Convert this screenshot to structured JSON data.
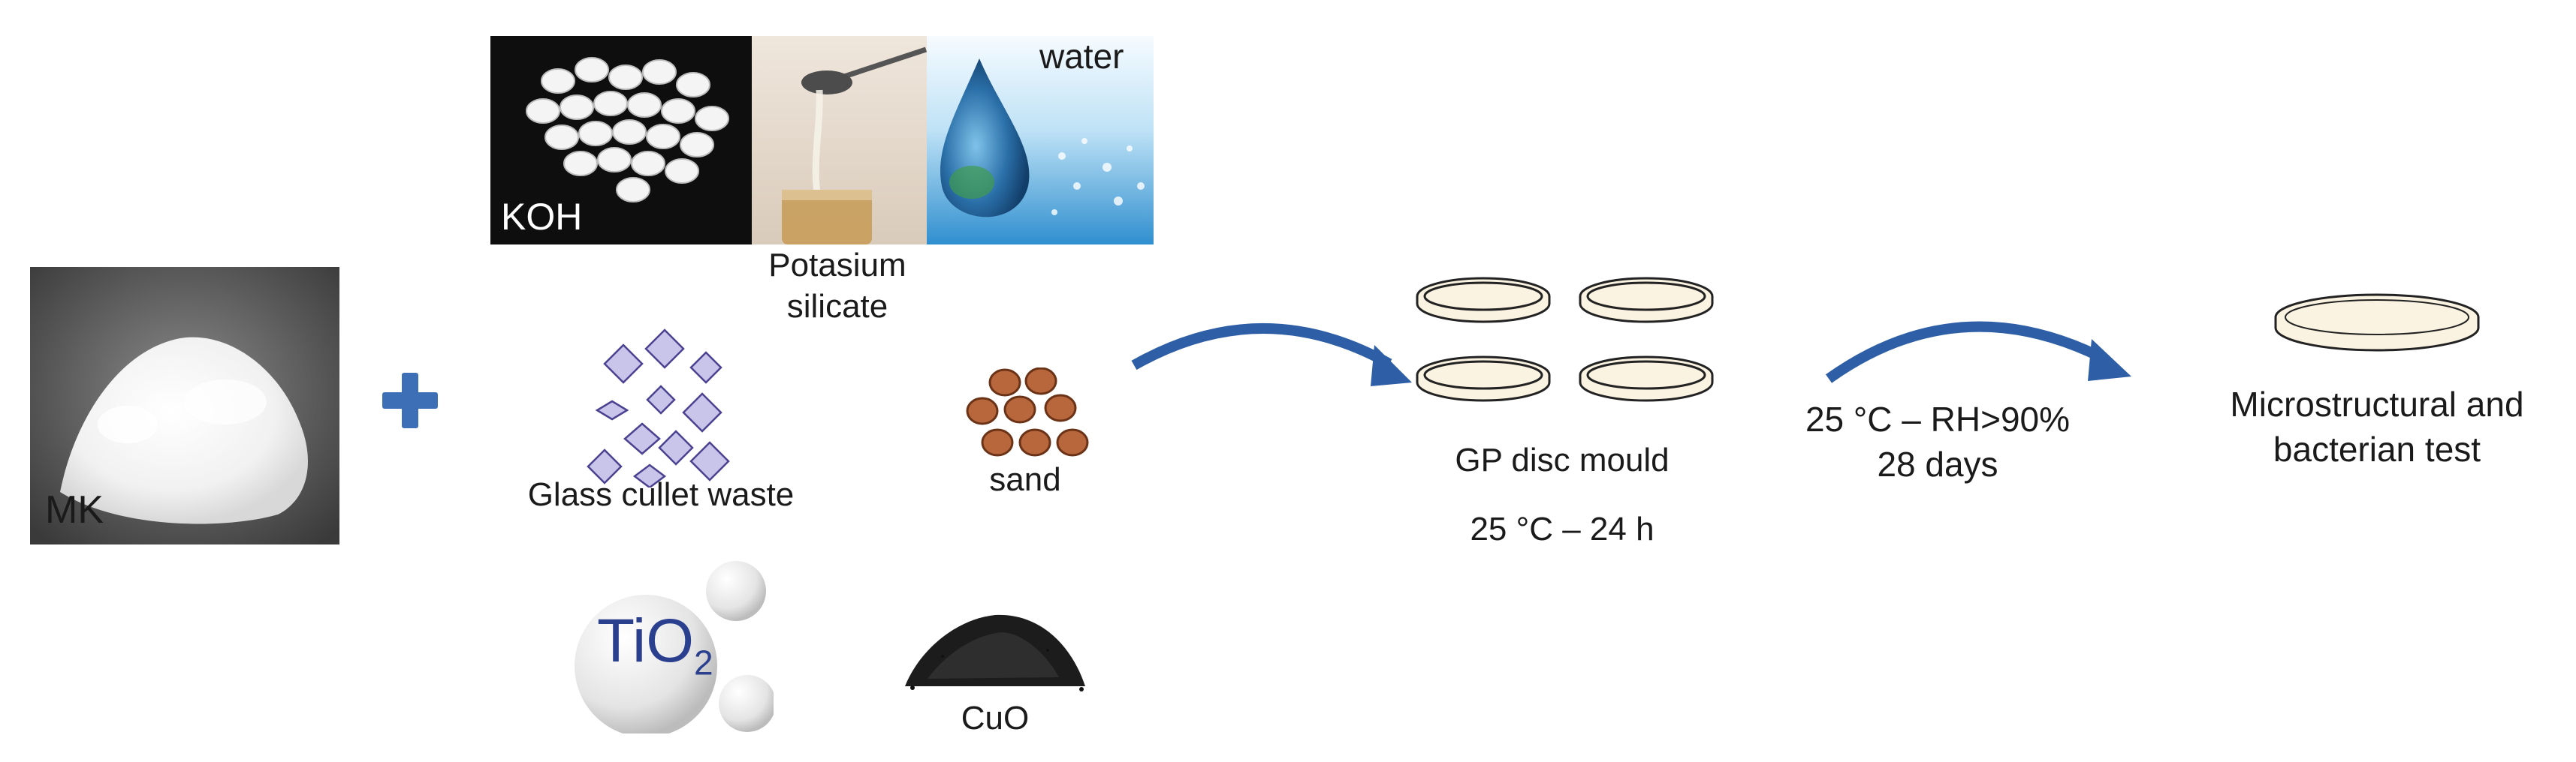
{
  "labels": {
    "mk": "MK",
    "koh": "KOH",
    "potassium_silicate": "Potasium\nsilicate",
    "water": "water",
    "glass": "Glass cullet waste",
    "sand": "sand",
    "tio2_main": "TiO",
    "tio2_sub": "2",
    "cuo": "CuO",
    "gp_mould": "GP disc mould",
    "mould_cond": "25 °C – 24 h",
    "cure_cond": "25 °C – RH>90%\n28 days",
    "tests": "Microstructural and\nbacterian test"
  },
  "colors": {
    "plus": "#3d6fb6",
    "arrow": "#2e5fa6",
    "diamond_fill": "#c9c4ea",
    "diamond_stroke": "#4a4290",
    "sand_fill": "#b8663b",
    "sand_stroke": "#6a3216",
    "dish_fill": "#fbf3e1",
    "dish_stroke": "#222222",
    "tio2_text": "#2b3f8f"
  }
}
